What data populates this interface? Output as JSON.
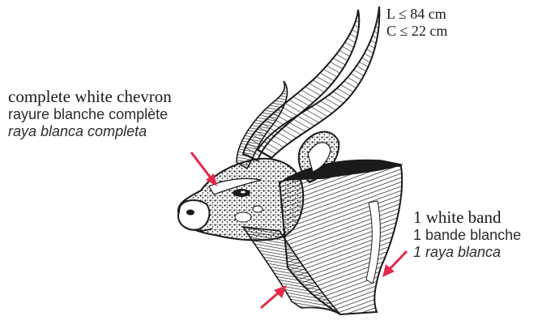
{
  "measurements": {
    "length": "L ≤ 84 cm",
    "circumference": "C ≤ 22 cm"
  },
  "chevron_label": {
    "english": "complete white chevron",
    "french": "rayure blanche complète",
    "spanish": "raya blanca completa"
  },
  "band_label": {
    "english": "1 white band",
    "french": "1 bande blanche",
    "spanish": "1 raya blanca"
  },
  "colors": {
    "ink": "#1a1a1a",
    "arrow": "#e5284a",
    "background": "#ffffff"
  }
}
